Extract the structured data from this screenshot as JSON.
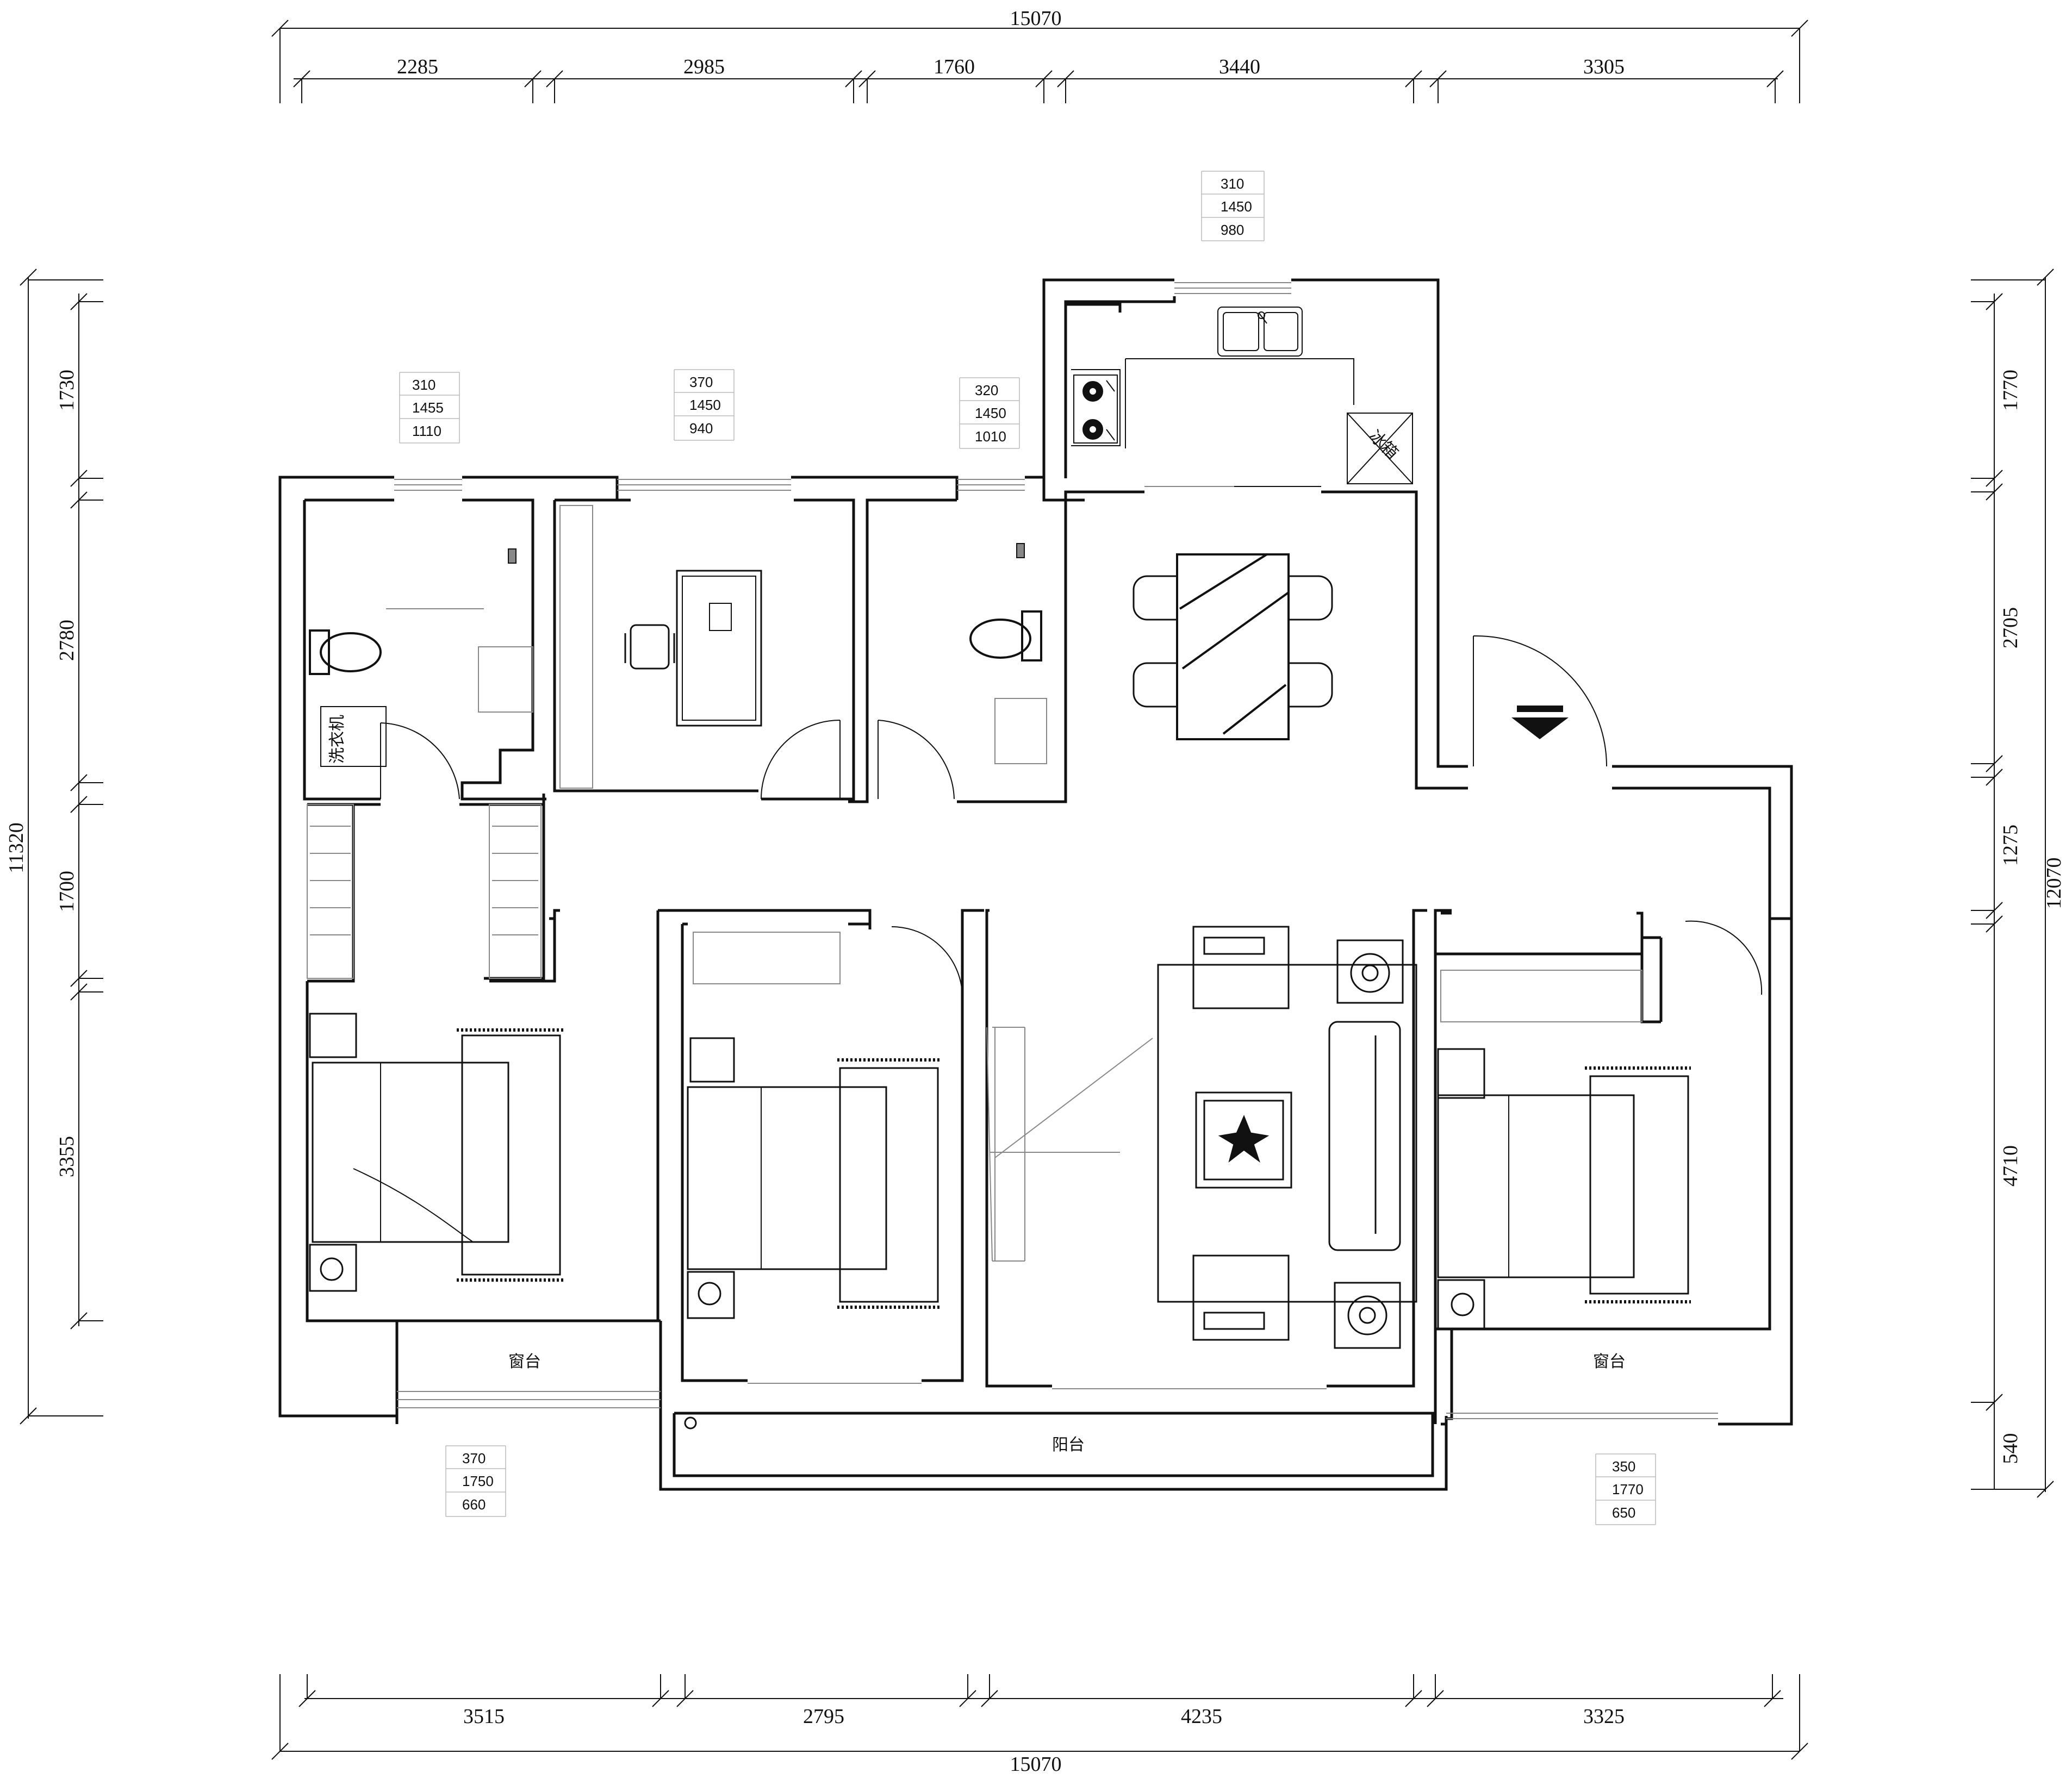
{
  "dimensions": {
    "top_total": "15070",
    "top_segments": [
      "2285",
      "2985",
      "1760",
      "3440",
      "3305"
    ],
    "bottom_total": "15070",
    "bottom_segments": [
      "3515",
      "2795",
      "4235",
      "3325"
    ],
    "left_total": "11320",
    "left_segments": [
      "1730",
      "2780",
      "1700",
      "3355"
    ],
    "right_total": "12070",
    "right_segments": [
      "1770",
      "2705",
      "1275",
      "4710",
      "540"
    ]
  },
  "window_specs": [
    [
      "310",
      "1450",
      "980"
    ],
    [
      "310",
      "1455",
      "1110"
    ],
    [
      "370",
      "1450",
      "940"
    ],
    [
      "320",
      "1450",
      "1010"
    ],
    [
      "370",
      "1750",
      "660"
    ],
    [
      "350",
      "1770",
      "650"
    ]
  ],
  "room_labels": {
    "bay_window_left": "窗台",
    "bay_window_right": "窗台",
    "balcony": "阳台",
    "washer": "洗衣机",
    "fridge": "冰箱"
  },
  "colors": {
    "line": "#111111",
    "thin": "#888888",
    "background": "#ffffff"
  }
}
